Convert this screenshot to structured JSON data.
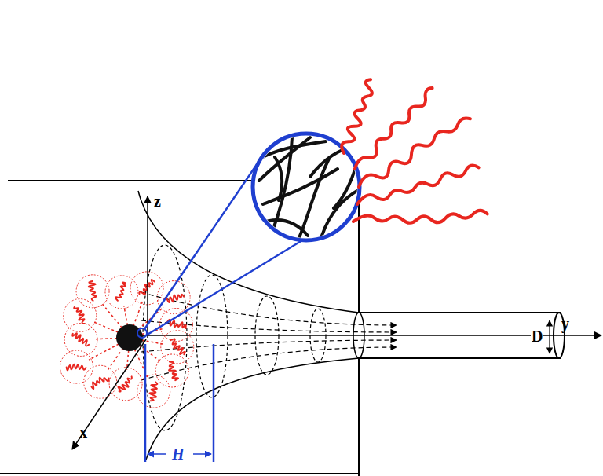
{
  "diagram": {
    "labels": [
      "z",
      "x",
      "y",
      "H",
      "D"
    ]
  }
}
